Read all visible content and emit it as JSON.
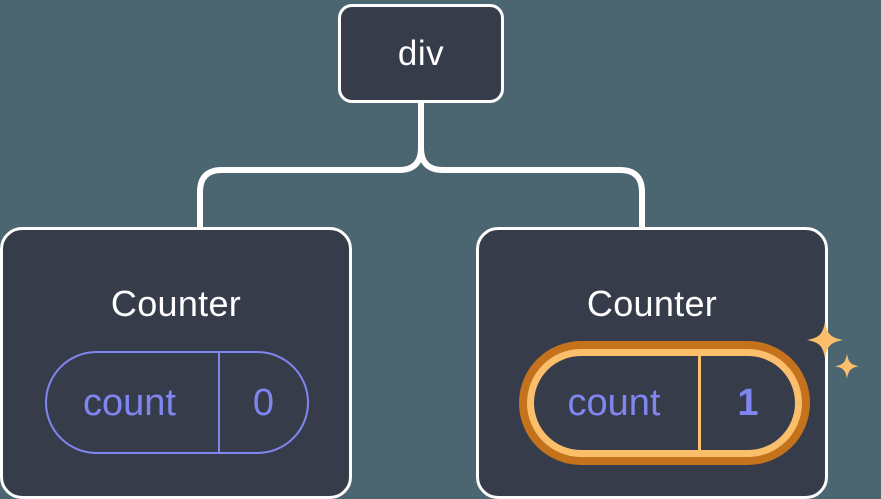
{
  "diagram": {
    "type": "component-tree",
    "background_color": "#4b6670",
    "node_color": "#373c4b",
    "node_border_color": "#fdfdfd",
    "accent_color": "#8086f0",
    "highlight_outer_color": "#c4721b",
    "highlight_inner_color": "#fbbe6b",
    "connector_color": "#ffffff"
  },
  "root": {
    "label": "div"
  },
  "children": [
    {
      "title": "Counter",
      "state": {
        "key": "count",
        "value": "0"
      },
      "highlighted": false
    },
    {
      "title": "Counter",
      "state": {
        "key": "count",
        "value": "1"
      },
      "highlighted": true,
      "sparkle_icon": "sparkles-icon"
    }
  ]
}
